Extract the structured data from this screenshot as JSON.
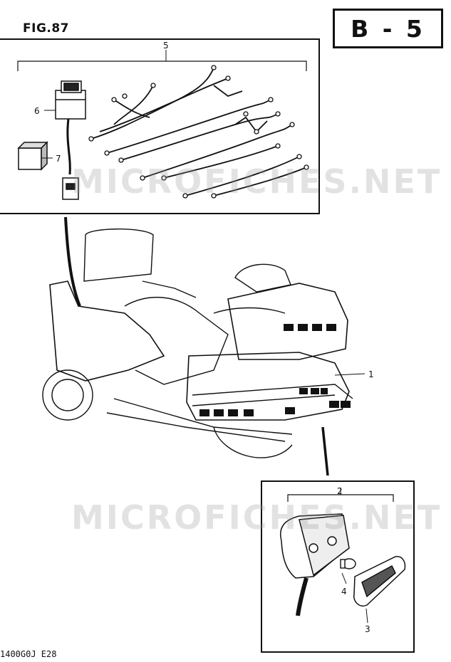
{
  "figure": {
    "title": "FIG.87",
    "section": "B - 5",
    "code": "1400G0J E28"
  },
  "watermark": "MICROFICHES.NET",
  "callouts": {
    "c1": "1",
    "c2": "2",
    "c3": "3",
    "c4": "4",
    "c5": "5",
    "c6": "6",
    "c7": "7"
  }
}
